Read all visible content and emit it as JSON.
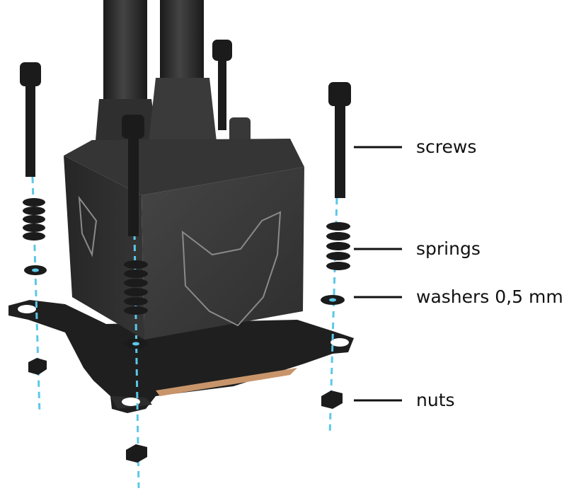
{
  "labels": {
    "screws": "screws",
    "springs": "springs",
    "washers": "washers 0,5 mm",
    "nuts": "nuts"
  },
  "colors": {
    "hardware": "#1b1b1b",
    "block_face": "#3a3a3a",
    "block_side": "#2b2b2b",
    "bracket": "#1f1f1f",
    "guide_line": "#5bc8e8",
    "copper": "#c8956a",
    "leader": "#111111"
  }
}
